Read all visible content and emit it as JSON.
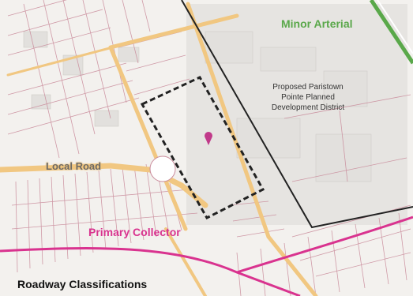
{
  "map": {
    "caption": "Roadway Classifications",
    "road_labels": {
      "minor_arterial": "Minor Arterial",
      "primary_collector": "Primary Collector",
      "local_road": "Local Road"
    },
    "district_label": "Proposed Paristown Pointe Planned Development District",
    "colors": {
      "minor_arterial": "#5aa84a",
      "primary_collector": "#d9338f",
      "local_road": "#f1c781",
      "district_boundary": "#222222",
      "site_boundary": "#222222",
      "site_marker": "#c13a8a",
      "parcel_lines": "#c98a9a",
      "background": "#f3f1ee"
    },
    "icons": {
      "site_marker": "map-pin-icon"
    }
  }
}
